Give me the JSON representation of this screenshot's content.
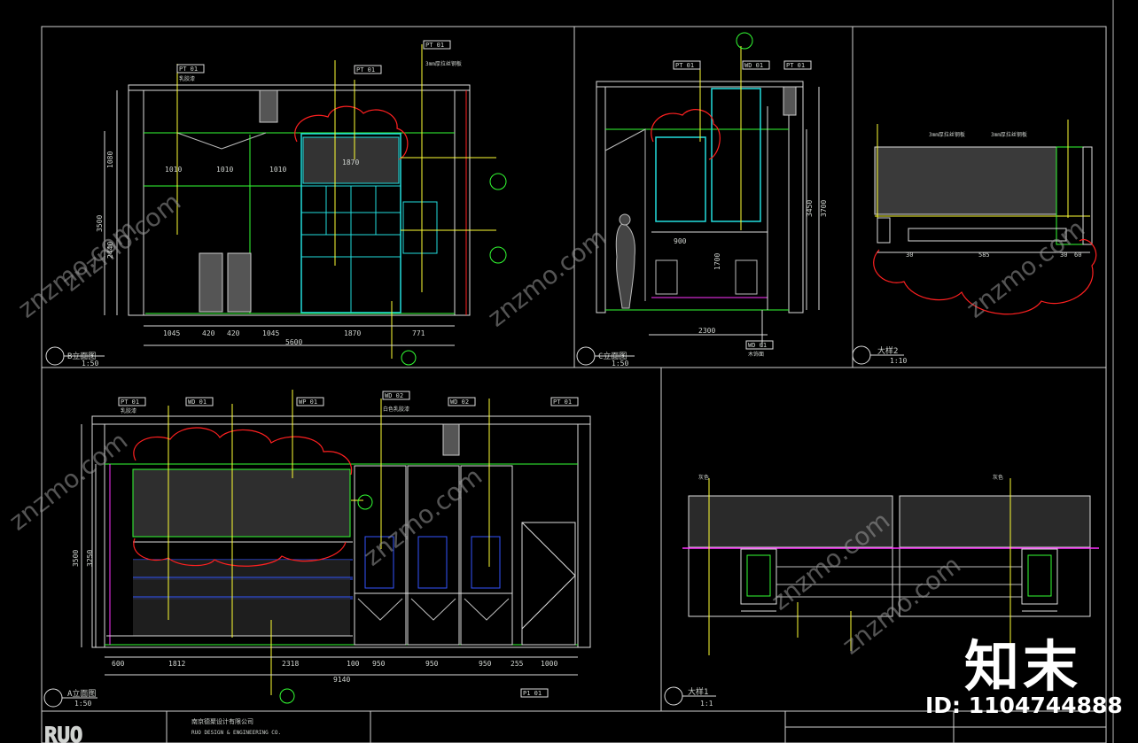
{
  "watermark": {
    "site_text": "znzmo.com",
    "brand": "知末",
    "id_line": "ID: 1104744888"
  },
  "views": {
    "b": {
      "label": "B立面图",
      "scale": "1:50"
    },
    "c": {
      "label": "C立面图",
      "scale": "1:50"
    },
    "detail2": {
      "label": "大样2",
      "scale": "1:10"
    },
    "a": {
      "label": "A立面图",
      "scale": "1:50"
    },
    "detail1": {
      "label": "大样1",
      "scale": "1:1"
    }
  },
  "dims": {
    "b_bottom": [
      "1045",
      "420",
      "420",
      "1045",
      "1870",
      "771"
    ],
    "b_total": "5600",
    "b_left": [
      "1080",
      "3500",
      "2440"
    ],
    "b_top": [
      "1010",
      "1010",
      "1010",
      "1870"
    ],
    "c_bottom": "2300",
    "c_right": [
      "3450",
      "3700"
    ],
    "c_mid": [
      "1700",
      "900"
    ],
    "a_bottom": [
      "600",
      "1812",
      "2318",
      "100",
      "950",
      "950",
      "950",
      "255",
      "1000"
    ],
    "a_total": "9140",
    "a_left": [
      "3500",
      "3250"
    ],
    "d2_dims": [
      "30",
      "585",
      "30",
      "60"
    ]
  },
  "tags": {
    "pt": "PT 01",
    "wd": "WD 01",
    "wp": "WP 01",
    "wd2": "WD 02",
    "p1": "P1 01"
  },
  "notes": {
    "n1": "乳胶漆",
    "n2": "木饰面",
    "n3": "白色乳胶漆",
    "n4": "灰色",
    "n5": "3mm厚拉丝钢板"
  },
  "title_block": {
    "company": "南京德聚设计有限公司",
    "company_en": "RUO DESIGN & ENGINEERING CO.",
    "logo": "RUO"
  }
}
